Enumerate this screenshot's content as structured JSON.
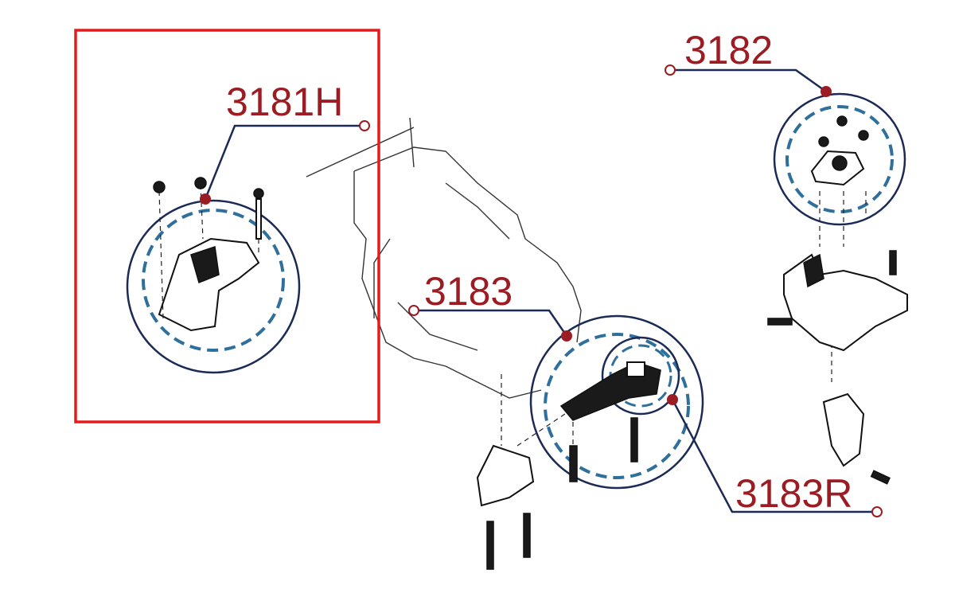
{
  "callouts": [
    {
      "id": "3181H",
      "label": "3181H",
      "highlighted": true
    },
    {
      "id": "3182",
      "label": "3182"
    },
    {
      "id": "3183",
      "label": "3183"
    },
    {
      "id": "3183R",
      "label": "3183R"
    }
  ],
  "colors": {
    "label": "#9b1c22",
    "leader": "#1c2b55",
    "dash": "#2f6f9c",
    "highlight": "#e31b1b"
  }
}
